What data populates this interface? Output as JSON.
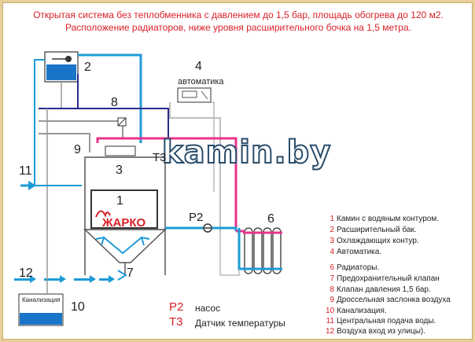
{
  "title": {
    "line1": "Открытая система без теплобменника с давлением до 1,5 бар, площадь обогрева до 120 м2.",
    "line2": "Расположение радиаторов, ниже уровня расширительного бочка на 1,5 метра."
  },
  "watermark": "kamin.by",
  "labels": {
    "automation": "автоматика",
    "sewer": "Канализация",
    "logo": "ЖАРКО",
    "t3": "Т3",
    "p2": "Р2"
  },
  "callouts": [
    "1",
    "2",
    "3",
    "4",
    "6",
    "7",
    "8",
    "9",
    "10",
    "11",
    "12"
  ],
  "legend": [
    {
      "n": "1",
      "text": "Камин с водяным контуром."
    },
    {
      "n": "2",
      "text": "Расширительный бак."
    },
    {
      "n": "3",
      "text": "Охлаждающих контур."
    },
    {
      "n": "4",
      "text": "Автоматика."
    },
    {
      "n": "6",
      "text": "Радиаторы."
    },
    {
      "n": "7",
      "text": "Предохранительный клапан"
    },
    {
      "n": "8",
      "text": "Клапан давления 1,5 бар."
    },
    {
      "n": "9",
      "text": "Дроссельная заслонка воздуха"
    },
    {
      "n": "10",
      "text": "Канализация."
    },
    {
      "n": "11",
      "text": "Центральная подача воды."
    },
    {
      "n": "12",
      "text": "Воздуха вход из улицы)."
    }
  ],
  "sensor_legend": [
    {
      "code": "Р2",
      "text": "насос"
    },
    {
      "code": "Т3",
      "text": "Датчик температуры"
    }
  ],
  "colors": {
    "hot_pipe": "#e8338a",
    "cold_pipe": "#1e9bd7",
    "water_fill": "#1a75c9",
    "frame_border": "#e9cf9a",
    "title_red": "#d81f26"
  }
}
